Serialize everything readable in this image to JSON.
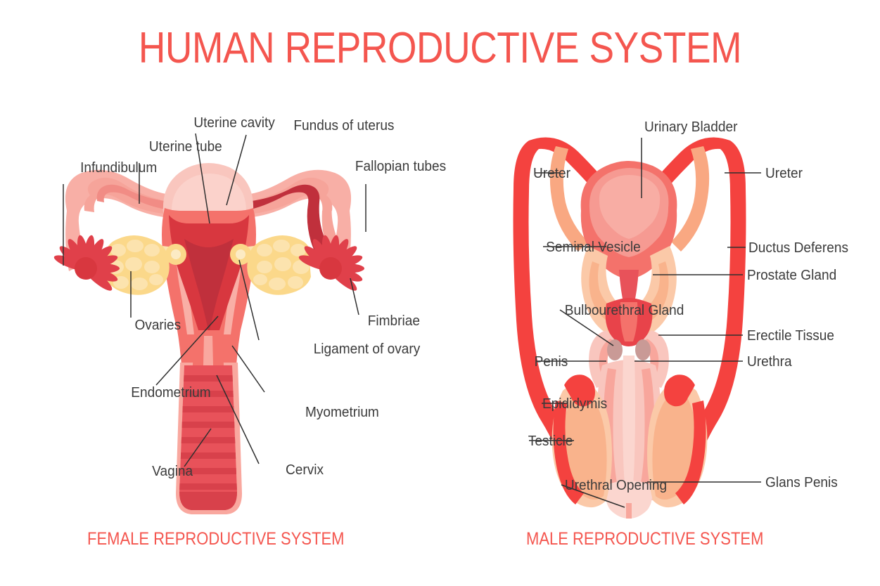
{
  "header": {
    "title": "HUMAN REPRODUCTIVE SYSTEM"
  },
  "palette": {
    "title_red": "#F4564F",
    "label_gray": "#3b3b3b",
    "pale_pink": "#F9C6BE",
    "light_pink": "#F8AFA6",
    "coral": "#F4726B",
    "bright_red": "#F4423F",
    "deep_red": "#D8373F",
    "dark_red": "#C0303C",
    "ovary_yellow": "#FBD88A",
    "ovary_yellow_light": "#FCE3AE",
    "peach": "#F9B38C",
    "peach_light": "#FBC9A8",
    "salmon_duct": "#F9A882",
    "mauve": "#C99A96",
    "background": "#FFFFFF"
  },
  "female": {
    "caption": "FEMALE REPRODUCTIVE SYSTEM",
    "labels": [
      {
        "id": "infundibulum",
        "text": "Infundibulum",
        "side": "center"
      },
      {
        "id": "uterine-tube",
        "text": "Uterine tube",
        "side": "center"
      },
      {
        "id": "uterine-cavity",
        "text": "Uterine cavity",
        "side": "center"
      },
      {
        "id": "fundus-of-uterus",
        "text": "Fundus of uterus",
        "side": "center"
      },
      {
        "id": "fallopian-tubes",
        "text": "Fallopian tubes",
        "side": "center"
      },
      {
        "id": "ovaries",
        "text": "Ovaries",
        "side": "center"
      },
      {
        "id": "fimbriae",
        "text": "Fimbriae",
        "side": "center"
      },
      {
        "id": "ligament-of-ovary",
        "text": "Ligament of ovary",
        "side": "center"
      },
      {
        "id": "endometrium",
        "text": "Endometrium",
        "side": "center"
      },
      {
        "id": "myometrium",
        "text": "Myometrium",
        "side": "center"
      },
      {
        "id": "vagina",
        "text": "Vagina",
        "side": "center"
      },
      {
        "id": "cervix",
        "text": "Cervix",
        "side": "center"
      }
    ]
  },
  "male": {
    "caption": "MALE REPRODUCTIVE SYSTEM",
    "labels": [
      {
        "id": "urinary-bladder",
        "text": "Urinary Bladder",
        "side": "center"
      },
      {
        "id": "ureter-left",
        "text": "Ureter",
        "side": "left"
      },
      {
        "id": "ureter-right",
        "text": "Ureter",
        "side": "right"
      },
      {
        "id": "seminal-vesicle",
        "text": "Seminal Vesicle",
        "side": "left"
      },
      {
        "id": "bulbourethral-gland",
        "text": "Bulbourethral Gland",
        "side": "left"
      },
      {
        "id": "penis",
        "text": "Penis",
        "side": "left"
      },
      {
        "id": "epididymis",
        "text": "Epididymis",
        "side": "left"
      },
      {
        "id": "testicle",
        "text": "Testicle",
        "side": "left"
      },
      {
        "id": "urethral-opening",
        "text": "Urethral Opening",
        "side": "left"
      },
      {
        "id": "ductus-deferens",
        "text": "Ductus Deferens",
        "side": "right"
      },
      {
        "id": "prostate-gland",
        "text": "Prostate Gland",
        "side": "right"
      },
      {
        "id": "erectile-tissue",
        "text": "Erectile Tissue",
        "side": "right"
      },
      {
        "id": "urethra",
        "text": "Urethra",
        "side": "right"
      },
      {
        "id": "glans-penis",
        "text": "Glans Penis",
        "side": "right"
      }
    ]
  }
}
